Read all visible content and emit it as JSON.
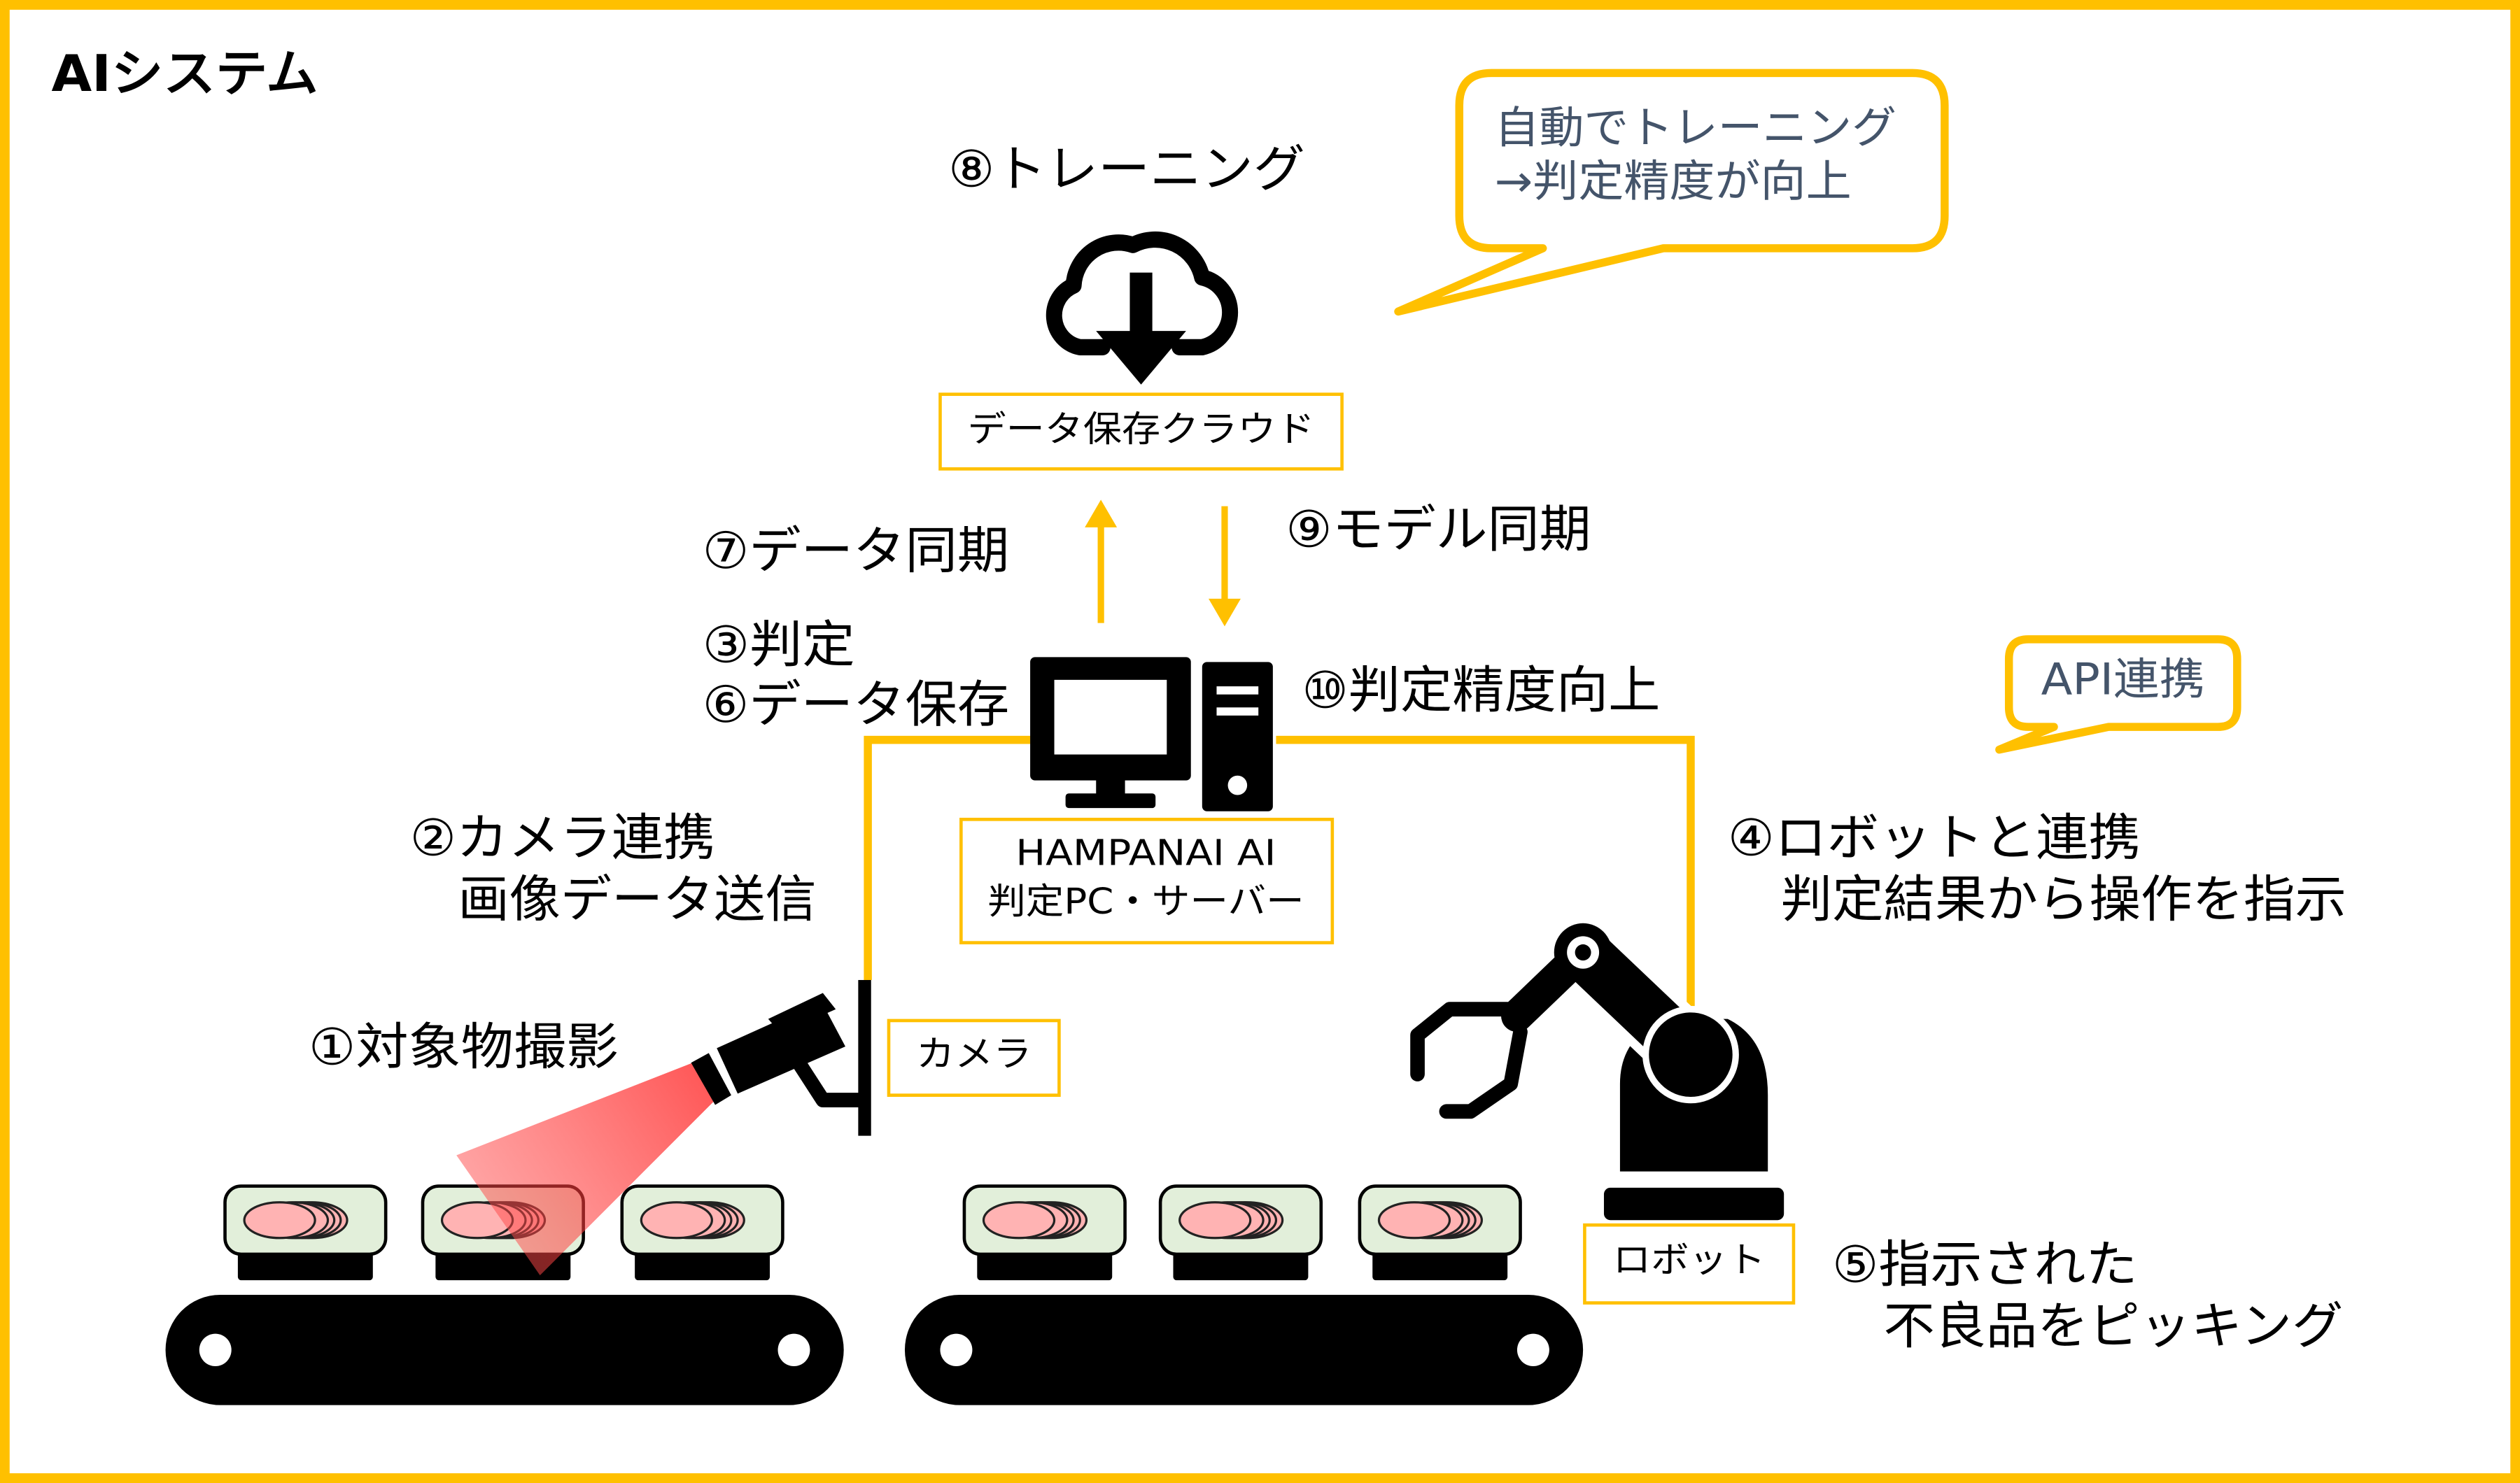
{
  "title": "AIシステム",
  "colors": {
    "accent": "#FFC000",
    "callout_text": "#44546A",
    "ink": "#000000",
    "beam": "#FF3B3B",
    "product_fill": "#E2EFDA",
    "product_item": "#FFB3B3"
  },
  "cloud": {
    "step_training": "⑧トレーニング",
    "label": "データ保存クラウド",
    "icon": "cloud-download-icon"
  },
  "callout_training": {
    "line1": "自動でトレーニング",
    "line2": "→判定精度が向上"
  },
  "callout_api": {
    "label": "API連携"
  },
  "sync": {
    "data_sync": "⑦データ同期",
    "model_sync": "⑨モデル同期"
  },
  "server": {
    "step_judge": "③判定",
    "step_save": "⑥データ保存",
    "step_improve": "⑩判定精度向上",
    "label_line1": "HAMPANAI AI",
    "label_line2": "判定PC・サーバー",
    "icons": [
      "monitor-icon",
      "pc-tower-icon"
    ]
  },
  "camera": {
    "step_link_line1": "②カメラ連携",
    "step_link_line2": "画像データ送信",
    "step_capture": "①対象物撮影",
    "label": "カメラ",
    "icon": "security-camera-icon"
  },
  "robot": {
    "step_link_line1": "④ロボットと連携",
    "step_link_line2": "判定結果から操作を指示",
    "step_pick_line1": "⑤指示された",
    "step_pick_line2": "不良品をピッキング",
    "label": "ロボット",
    "icon": "robot-arm-icon"
  }
}
